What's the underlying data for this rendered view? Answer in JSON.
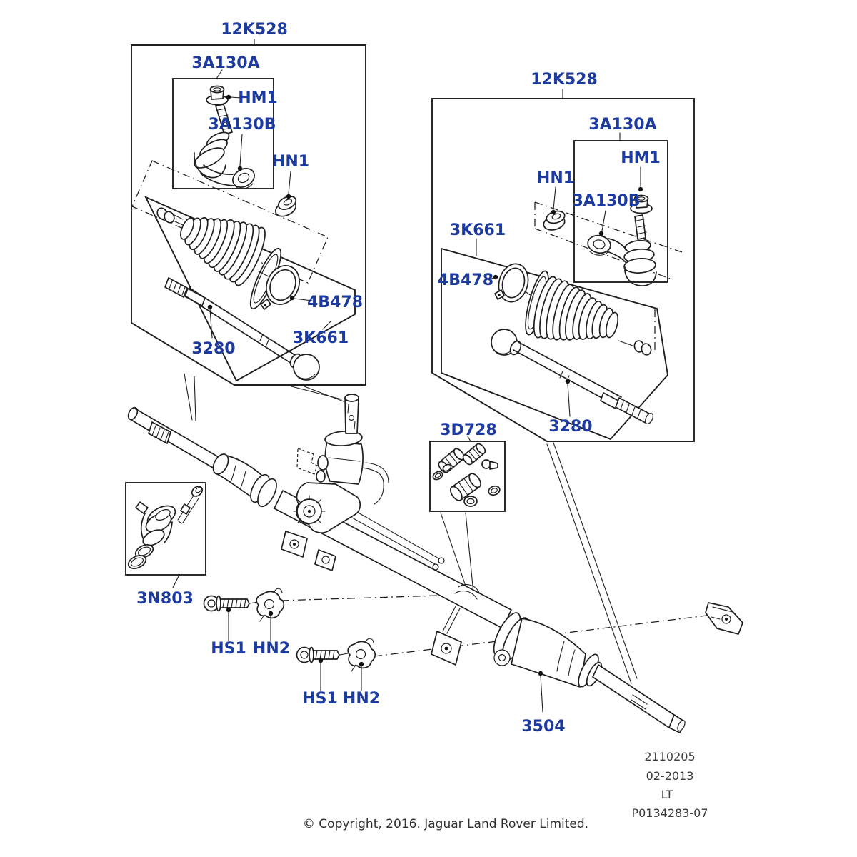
{
  "colors": {
    "label_blue": "#1d3a9e",
    "line_dark": "#1f1f1f",
    "footer_text": "#3a3a3a",
    "background": "#ffffff"
  },
  "kits": {
    "left": {
      "kit_code": "12K528",
      "outer_tie_rod": "3A130A",
      "lock_nut_top": "HM1",
      "ball_joint": "3A130B",
      "lock_nut": "HN1",
      "boot_clamp": "4B478",
      "boot_kit": "3K661",
      "inner_tie_rod": "3280"
    },
    "right": {
      "kit_code": "12K528",
      "outer_tie_rod": "3A130A",
      "lock_nut_top": "HM1",
      "lock_nut": "HN1",
      "ball_joint": "3A130B",
      "boot_kit": "3K661",
      "boot_clamp": "4B478",
      "inner_tie_rod": "3280"
    }
  },
  "parts": {
    "pipe_connector_kit": "3D728",
    "pinion_seal_kit": "3N803",
    "mount_bolt": "HS1",
    "mount_clamp": "HN2",
    "steering_gear": "3504"
  },
  "footer": {
    "drawing_number": "2110205",
    "revision_date": "02-2013",
    "variant": "LT",
    "plate_number": "P0134283-07",
    "copyright": "© Copyright, 2016. Jaguar Land Rover Limited."
  }
}
